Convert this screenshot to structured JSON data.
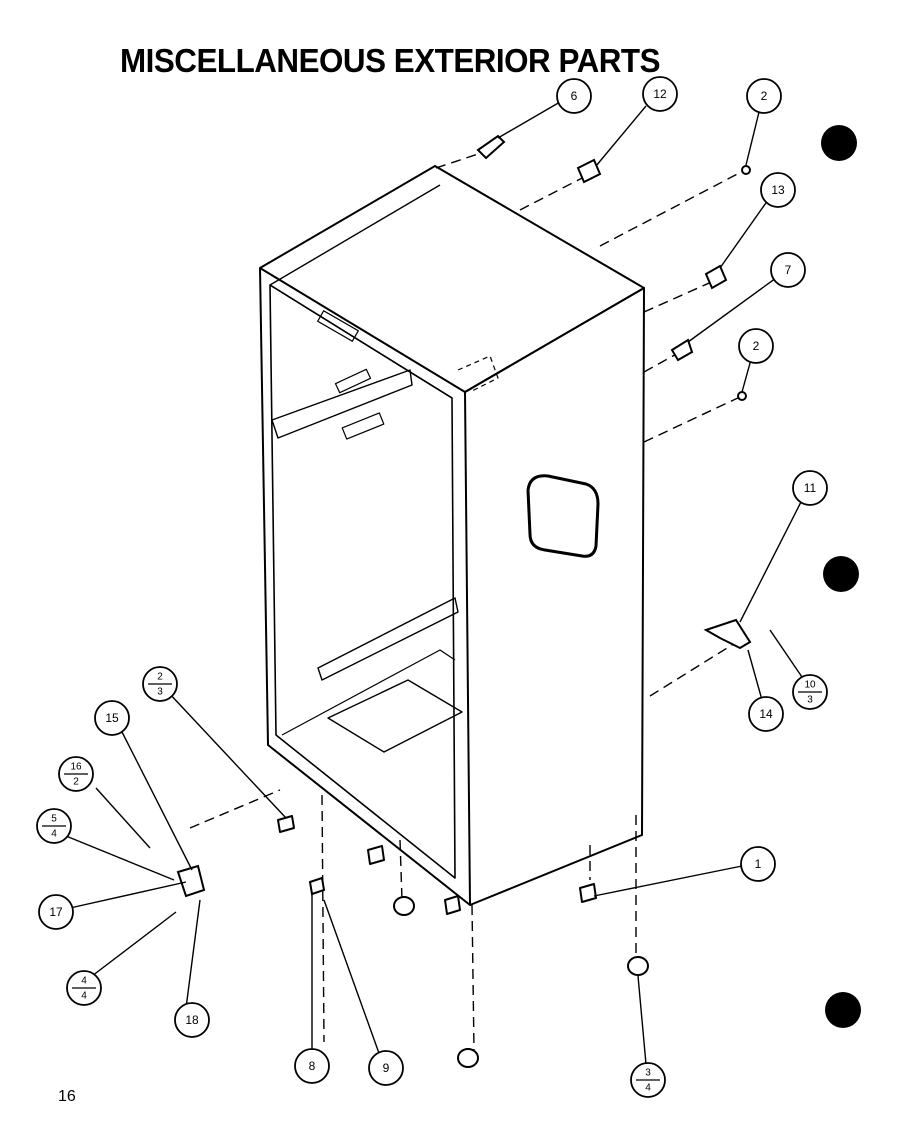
{
  "title": "MISCELLANEOUS EXTERIOR PARTS",
  "page_number": "16",
  "callouts": [
    {
      "id": "c6",
      "label": "6"
    },
    {
      "id": "c12",
      "label": "12"
    },
    {
      "id": "c2a",
      "label": "2"
    },
    {
      "id": "c13",
      "label": "13"
    },
    {
      "id": "c7",
      "label": "7"
    },
    {
      "id": "c2b",
      "label": "2"
    },
    {
      "id": "c11",
      "label": "11"
    },
    {
      "id": "c14",
      "label": "14"
    },
    {
      "id": "c1",
      "label": "1"
    },
    {
      "id": "c15",
      "label": "15"
    },
    {
      "id": "c17",
      "label": "17"
    },
    {
      "id": "c18",
      "label": "18"
    },
    {
      "id": "c8",
      "label": "8"
    },
    {
      "id": "c9",
      "label": "9"
    }
  ],
  "fraction_callouts": [
    {
      "id": "f10_3",
      "top": "10",
      "bottom": "3"
    },
    {
      "id": "f2_3",
      "top": "2",
      "bottom": "3"
    },
    {
      "id": "f16_2",
      "top": "16",
      "bottom": "2"
    },
    {
      "id": "f5_4",
      "top": "5",
      "bottom": "4"
    },
    {
      "id": "f4_4",
      "top": "4",
      "bottom": "4"
    },
    {
      "id": "f3_4",
      "top": "3",
      "bottom": "4"
    }
  ]
}
